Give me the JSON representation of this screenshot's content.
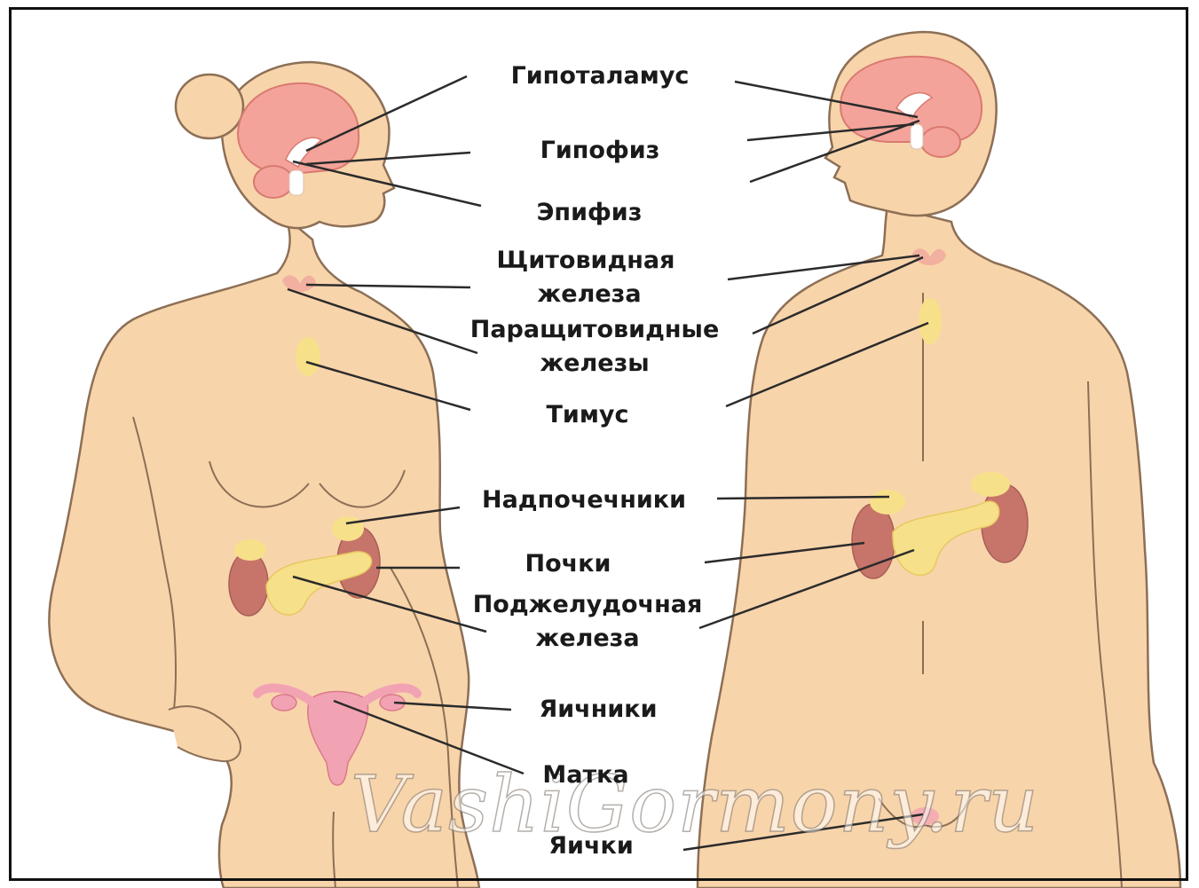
{
  "labels": {
    "hypothalamus": "Гипоталамус",
    "pituitary": "Гипофиз",
    "pineal": "Эпифиз",
    "thyroid_1": "Щитовидная",
    "thyroid_2": "железа",
    "parathyroid_1": "Паращитовидные",
    "parathyroid_2": "железы",
    "thymus": "Тимус",
    "adrenals": "Надпочечники",
    "kidneys": "Почки",
    "pancreas_1": "Поджелудочная",
    "pancreas_2": "железа",
    "ovaries": "Яичники",
    "uterus": "Матка",
    "testes": "Яички"
  },
  "watermark": "VashiGormony.ru",
  "colors": {
    "skin": "#f8d4ab",
    "skin_outline": "#8c6f55",
    "brain": "#f3a39a",
    "kidney": "#c7756a",
    "gland_yellow": "#f7e08a",
    "uterus": "#f2a3b3",
    "leader_line": "#2b2b2b"
  }
}
